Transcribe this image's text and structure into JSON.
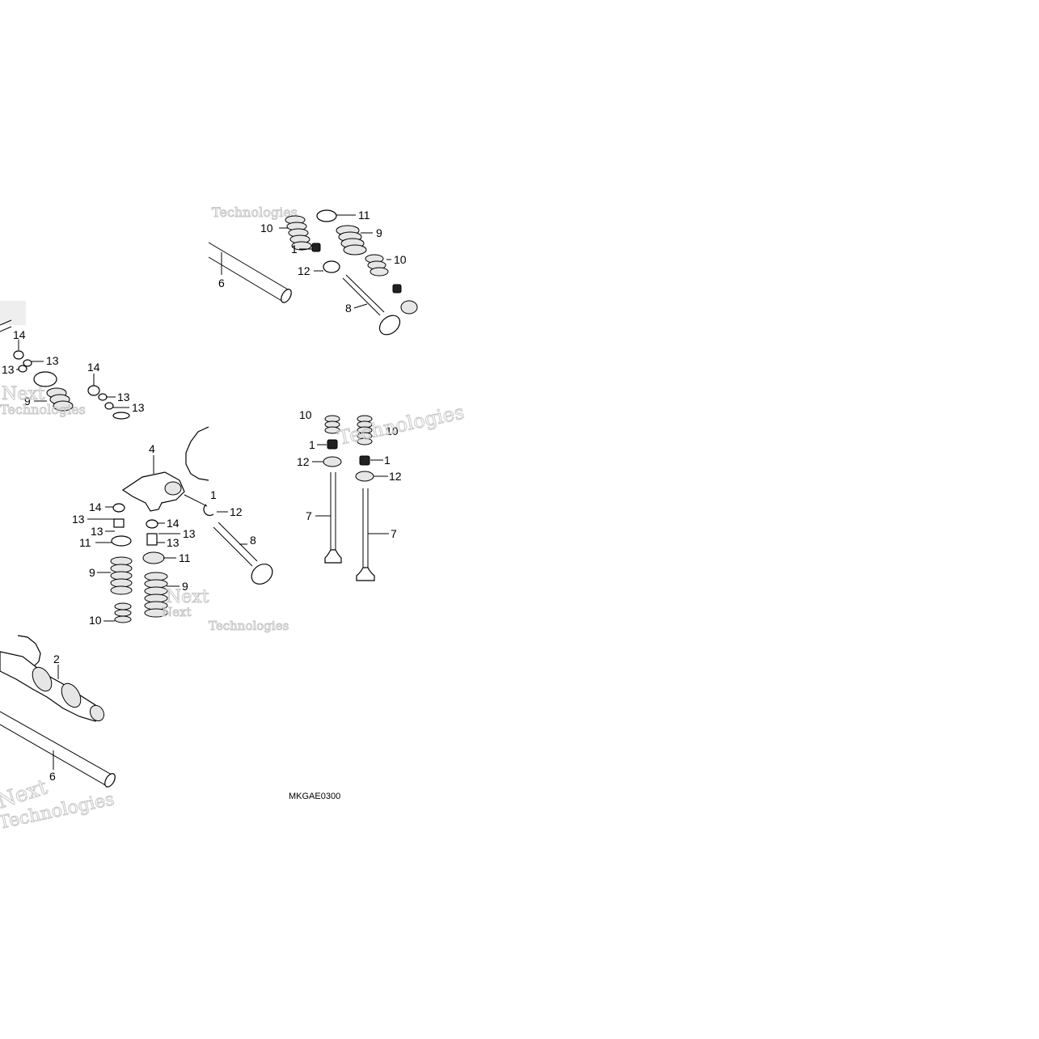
{
  "diagram": {
    "drawing_code": "MKGAE0300",
    "watermark_lines": [
      "Next",
      "Technologies"
    ],
    "part_numbers": [
      "1",
      "2",
      "4",
      "6",
      "7",
      "8",
      "9",
      "10",
      "11",
      "12",
      "13",
      "14"
    ]
  },
  "callouts": {
    "p1_11": "11",
    "p1_10a": "10",
    "p1_9": "9",
    "p1_1": "1",
    "p1_10b": "10",
    "p1_12": "12",
    "p1_6": "6",
    "p1_8": "8",
    "p2_14": "14",
    "p2_13a": "13",
    "p2_13b": "13",
    "p2_14b": "14",
    "p2_13c": "13",
    "p2_13d": "13",
    "p2_9": "9",
    "p3_4": "4",
    "p3_1": "1",
    "p3_12": "12",
    "p3_8": "8",
    "p3_14a": "14",
    "p3_13a": "13",
    "p3_13b": "13",
    "p3_14b": "14",
    "p3_13c": "13",
    "p3_13d": "13",
    "p3_11a": "11",
    "p3_11b": "11",
    "p3_9a": "9",
    "p3_9b": "9",
    "p3_10": "10",
    "p4_10a": "10",
    "p4_10b": "10",
    "p4_1a": "1",
    "p4_12a": "12",
    "p4_1b": "1",
    "p4_12b": "12",
    "p4_7a": "7",
    "p4_7b": "7",
    "p5_2": "2",
    "p5_6": "6"
  }
}
